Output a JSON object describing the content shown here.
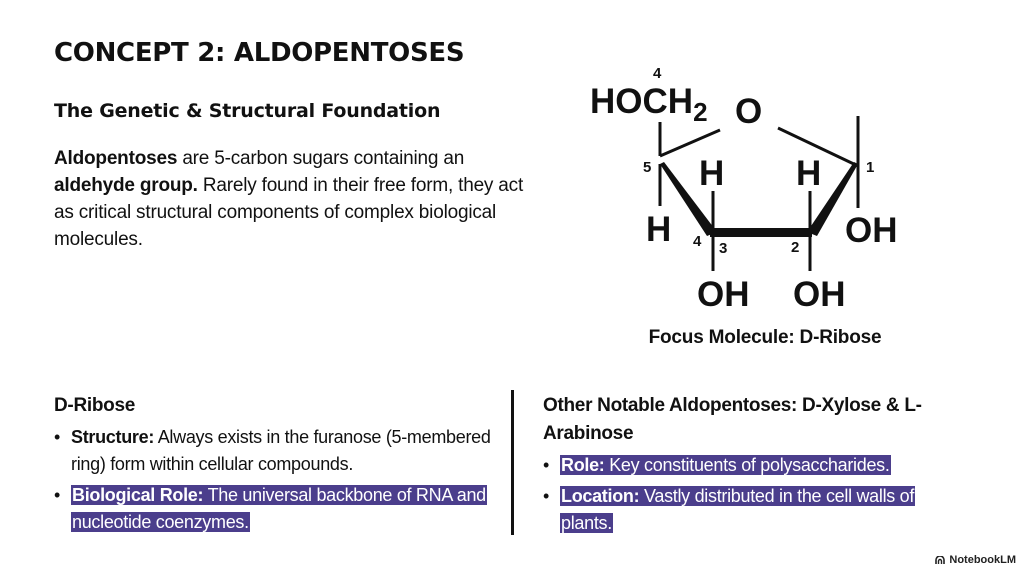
{
  "slide": {
    "title": "CONCEPT 2: ALDOPENTOSES",
    "subtitle": "The Genetic & Structural Foundation",
    "intro": {
      "term1": "Aldopentoses",
      "text1": " are 5-carbon sugars containing an ",
      "term2": "aldehyde group.",
      "text2": " Rarely found in their free form, they act as critical structural components of complex biological molecules."
    }
  },
  "molecule": {
    "caption": "Focus Molecule: D-Ribose",
    "labels": {
      "hoch2": "HOCH",
      "sub2": "2",
      "ring_o": "O",
      "h_c4_top": "H",
      "h_c1_top": "H",
      "h_c4_left": "H",
      "oh_c1": "OH",
      "oh_c3": "OH",
      "oh_c2": "OH",
      "num_top": "4",
      "num_5": "5",
      "num_1": "1",
      "num_4": "4",
      "num_3": "3",
      "num_2": "2"
    }
  },
  "left_section": {
    "title": "D-Ribose",
    "items": [
      {
        "label": "Structure:",
        "text": " Always exists in the furanose (5-membered ring) form within cellular compounds.",
        "highlighted": false
      },
      {
        "label": "Biological Role:",
        "text": " The universal backbone of RNA and nucleotide coenzymes.",
        "highlighted": true
      }
    ]
  },
  "right_section": {
    "title": "Other Notable Aldopentoses: D-Xylose & L-Arabinose",
    "items": [
      {
        "label": "Role:",
        "text": " Key constituents of polysaccharides.",
        "highlighted": true
      },
      {
        "label": "Location:",
        "text": " Vastly distributed in the cell walls of plants.",
        "highlighted": true
      }
    ]
  },
  "bullet_glyph": "•",
  "brand": {
    "name": "NotebookLM"
  },
  "colors": {
    "highlight": "#4b3e8c",
    "text": "#111111",
    "background": "#ffffff"
  }
}
